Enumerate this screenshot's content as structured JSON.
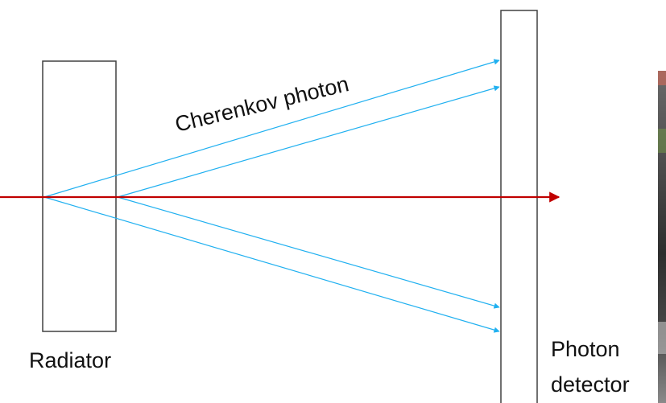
{
  "labels": {
    "radiator": "Radiator",
    "photon_detector_line1": "Photon",
    "photon_detector_line2": "detector",
    "cherenkov_photon": "Cherenkov photon"
  },
  "colors": {
    "particle_beam": "#c00000",
    "photon_rays": "#20b0f0",
    "outline": "#404040",
    "photo_inset": "#3a3a3a"
  },
  "elements": {
    "radiator_box": "radiator",
    "detector_plate": "photon detector",
    "beam": "charged particle track",
    "rays": "Cherenkov photon rays",
    "inset_photo": "partial photograph"
  }
}
